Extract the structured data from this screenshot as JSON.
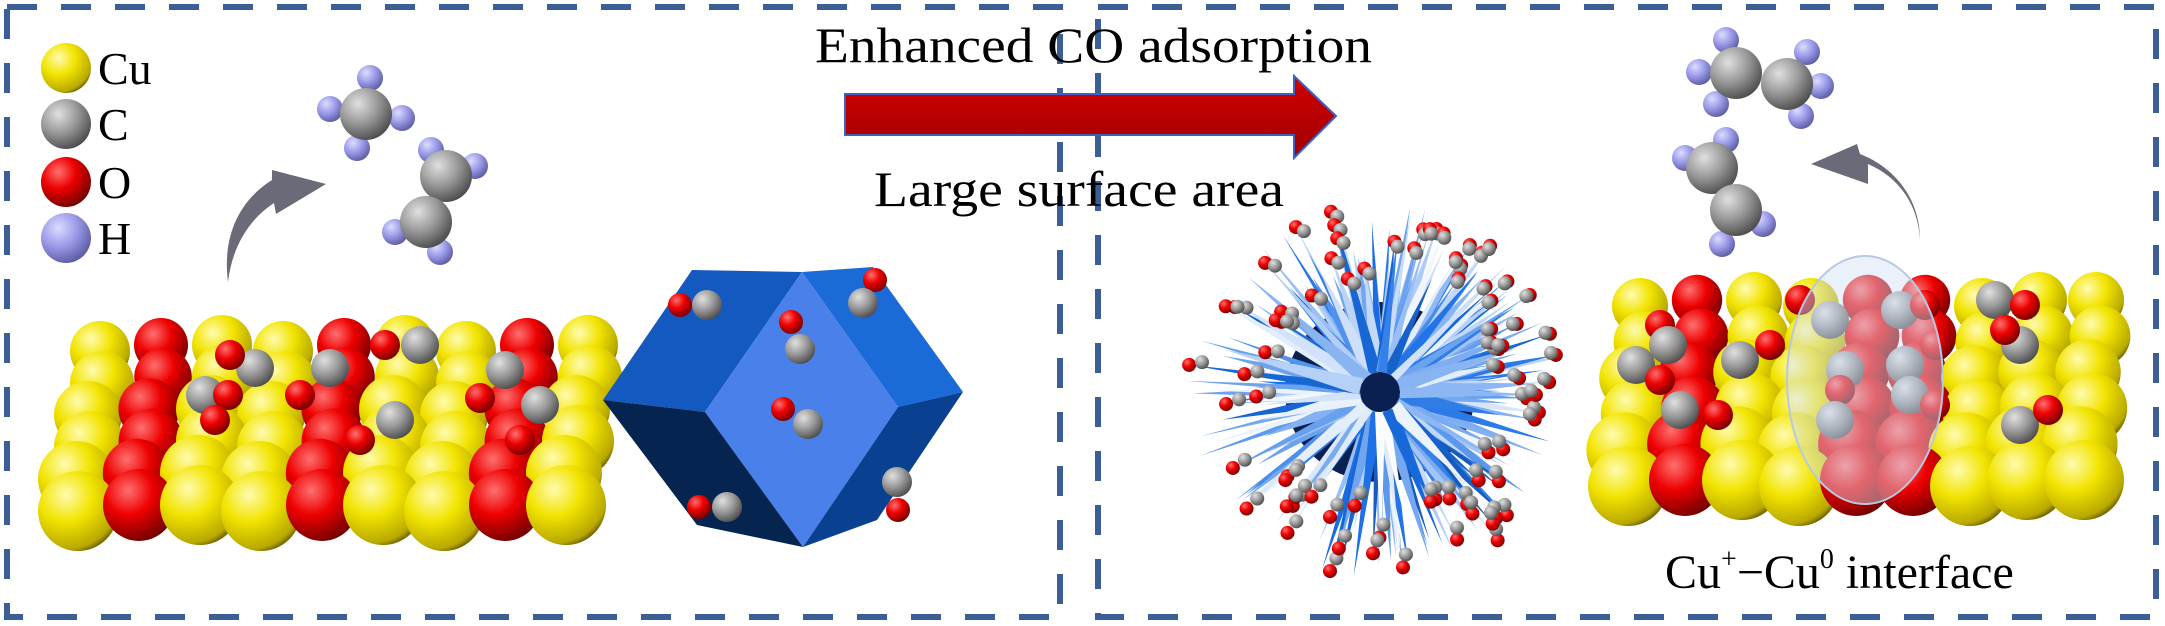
{
  "legend": {
    "items": [
      {
        "element": "Cu",
        "label": "Cu"
      },
      {
        "element": "C",
        "label": "C"
      },
      {
        "element": "O",
        "label": "O"
      },
      {
        "element": "H",
        "label": "H"
      }
    ]
  },
  "process": {
    "top_label": "Enhanced CO adsorption",
    "bottom_label": "Large surface area"
  },
  "interface_label": {
    "part1": "Cu",
    "sup1": "+",
    "part2": "−Cu",
    "sup2": "0",
    "part3": " interface"
  },
  "colors": {
    "Cu": "#f2e400",
    "C": "#9a9a9a",
    "O": "#ee0000",
    "H": "#9a9ae8",
    "arrow": "#c00000",
    "border": "#3b5e96",
    "crystal": "#1a6ad8"
  }
}
